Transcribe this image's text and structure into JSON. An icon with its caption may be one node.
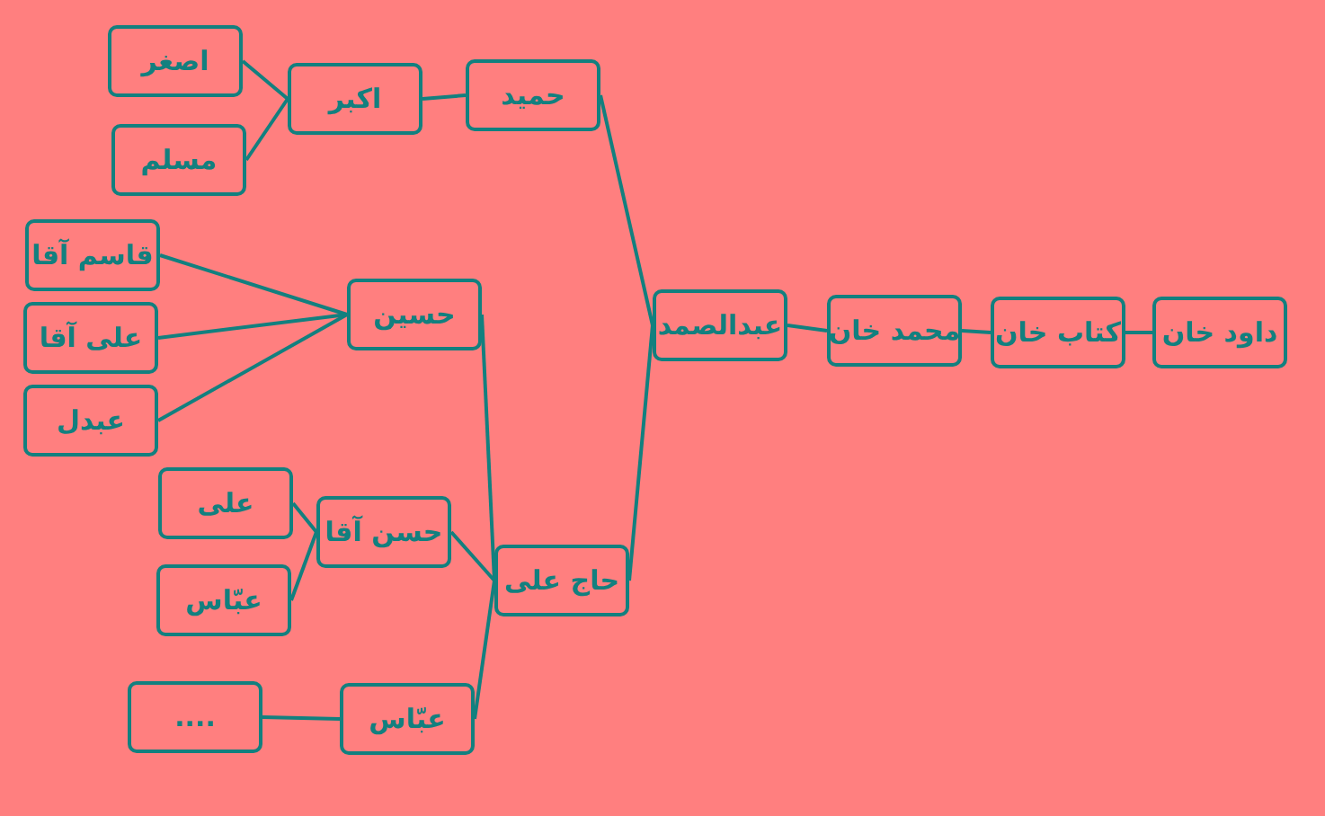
{
  "diagram": {
    "nodes": [
      {
        "text": [
          "اصغر"
        ]
      },
      {
        "text": [
          "مسلم"
        ]
      },
      {
        "text": [
          "اكبر"
        ]
      },
      {
        "text": [
          "حمید"
        ]
      },
      {
        "text": [
          "قاسم آقا"
        ]
      },
      {
        "text": [
          "علی آقا"
        ]
      },
      {
        "text": [
          "عبدل"
        ]
      },
      {
        "text": [
          "حسین"
        ]
      },
      {
        "text": [
          "علی"
        ]
      },
      {
        "text": [
          "عبّاس"
        ]
      },
      {
        "text": [
          "حسن آقا"
        ]
      },
      {
        "text": [
          "...."
        ]
      },
      {
        "text": [
          "عبّاس"
        ]
      },
      {
        "text": [
          "حاج علی"
        ]
      },
      {
        "text": [
          "عبدالصمد"
        ]
      },
      {
        "text": [
          "محمد خان"
        ]
      },
      {
        "text": [
          "كتاب خان"
        ]
      },
      {
        "text": [
          "داود خان"
        ]
      }
    ],
    "edges": [
      {
        "from": 2,
        "to": 0,
        "arrow": "none"
      },
      {
        "from": 2,
        "to": 1,
        "arrow": "none"
      },
      {
        "from": 3,
        "to": 2,
        "arrow": "none"
      },
      {
        "from": 14,
        "to": 3,
        "arrow": "none"
      },
      {
        "from": 7,
        "to": 4,
        "arrow": "none"
      },
      {
        "from": 7,
        "to": 5,
        "arrow": "none"
      },
      {
        "from": 7,
        "to": 6,
        "arrow": "none"
      },
      {
        "from": 10,
        "to": 8,
        "arrow": "none"
      },
      {
        "from": 10,
        "to": 9,
        "arrow": "none"
      },
      {
        "from": 13,
        "to": 7,
        "arrow": "none"
      },
      {
        "from": 13,
        "to": 10,
        "arrow": "none"
      },
      {
        "from": 13,
        "to": 12,
        "arrow": "none"
      },
      {
        "from": 12,
        "to": 11,
        "arrow": "none"
      },
      {
        "from": 14,
        "to": 13,
        "arrow": "none"
      },
      {
        "from": 15,
        "to": 14,
        "arrow": "none"
      },
      {
        "from": 16,
        "to": 15,
        "arrow": "none"
      },
      {
        "from": 17,
        "to": 16,
        "arrow": "none"
      }
    ]
  }
}
